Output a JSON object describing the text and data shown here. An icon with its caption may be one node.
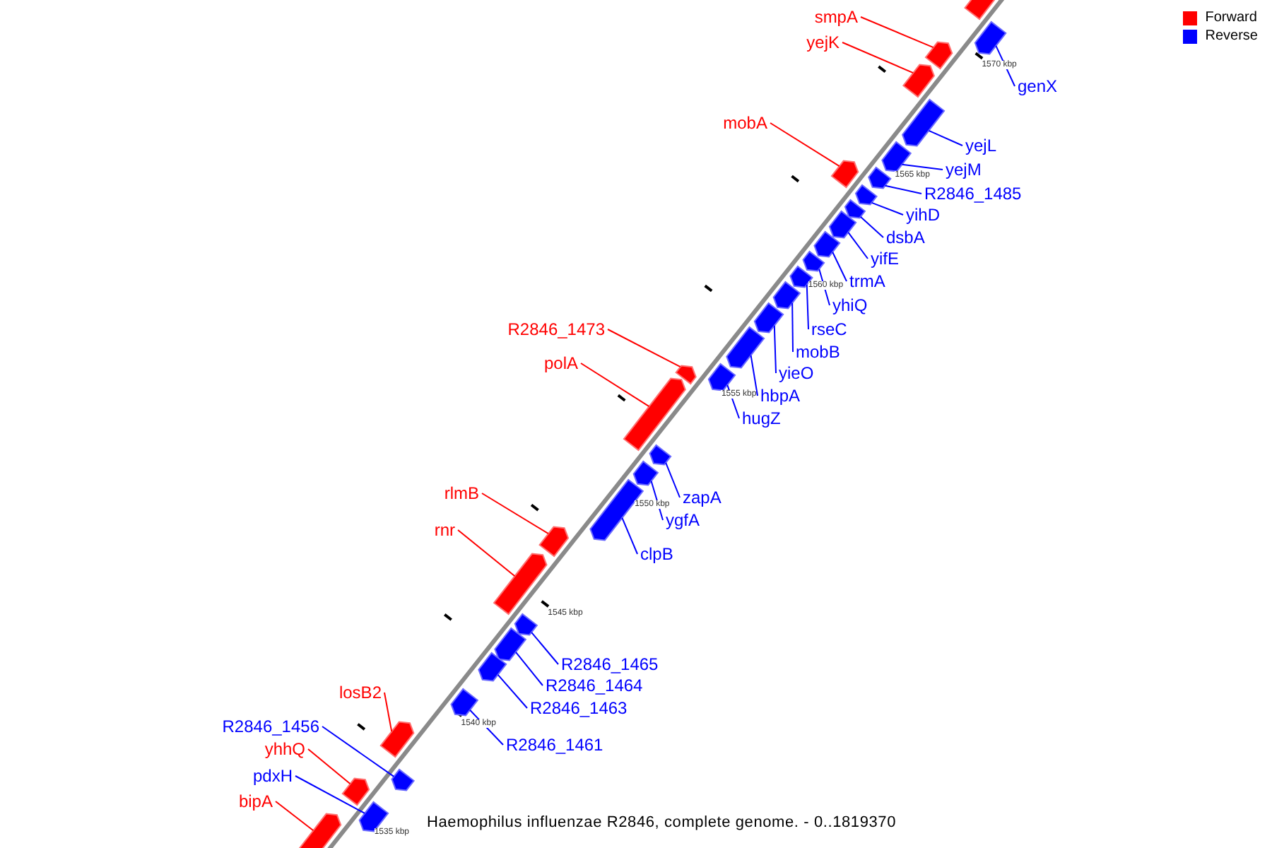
{
  "diagram": {
    "caption": "Haemophilus influenzae R2846, complete genome. - 0..1819370",
    "nodes": [
      {
        "text": [],
        "shape": "bar"
      },
      {
        "text": [
          "smpA"
        ]
      },
      {
        "text": [],
        "shape": "bar"
      },
      {
        "text": [
          "yejK"
        ]
      },
      {
        "text": [],
        "shape": "bar"
      },
      {
        "text": [
          "genX"
        ]
      },
      {
        "text": [],
        "shape": "bar"
      },
      {
        "text": [
          "mobA"
        ]
      },
      {
        "text": [],
        "shape": "bar"
      },
      {
        "text": [
          "yejL"
        ]
      },
      {
        "text": [],
        "shape": "bar"
      },
      {
        "text": [
          "yejM"
        ]
      },
      {
        "text": [],
        "shape": "bar"
      },
      {
        "text": [
          "R2846_1485"
        ]
      },
      {
        "text": [],
        "shape": "bar"
      },
      {
        "text": [
          "yihD"
        ]
      },
      {
        "text": [],
        "shape": "bar"
      },
      {
        "text": [
          "dsbA"
        ]
      },
      {
        "text": [],
        "shape": "bar"
      },
      {
        "text": [
          "yifE"
        ]
      },
      {
        "text": [],
        "shape": "bar"
      },
      {
        "text": [
          "trmA"
        ]
      },
      {
        "text": [],
        "shape": "bar"
      },
      {
        "text": [
          "yhiQ"
        ]
      },
      {
        "text": [],
        "shape": "bar"
      },
      {
        "text": [
          "R2846_1473"
        ]
      },
      {
        "text": [],
        "shape": "bar"
      },
      {
        "text": [
          "rseC"
        ]
      },
      {
        "text": [],
        "shape": "bar"
      },
      {
        "text": [
          "mobB"
        ]
      },
      {
        "text": [],
        "shape": "bar"
      },
      {
        "text": [
          "polA"
        ]
      },
      {
        "text": [],
        "shape": "bar"
      },
      {
        "text": [
          "yieO"
        ]
      },
      {
        "text": [],
        "shape": "bar"
      },
      {
        "text": [
          "hbpA"
        ]
      },
      {
        "text": [],
        "shape": "bar"
      },
      {
        "text": [
          "hugZ"
        ]
      },
      {
        "text": [],
        "shape": "bar"
      },
      {
        "text": [
          "rlmB"
        ]
      },
      {
        "text": [],
        "shape": "bar"
      },
      {
        "text": [
          "zapA"
        ]
      },
      {
        "text": [],
        "shape": "bar"
      },
      {
        "text": [
          "ygfA"
        ]
      },
      {
        "text": [],
        "shape": "bar"
      },
      {
        "text": [
          "rnr"
        ]
      },
      {
        "text": [],
        "shape": "bar"
      },
      {
        "text": [
          "clpB"
        ]
      },
      {
        "text": [],
        "shape": "bar"
      },
      {
        "text": [
          "R2846_1465"
        ]
      },
      {
        "text": [],
        "shape": "bar"
      },
      {
        "text": [
          "R2846_1464"
        ]
      },
      {
        "text": [],
        "shape": "bar"
      },
      {
        "text": [
          "R2846_1463"
        ]
      },
      {
        "text": [],
        "shape": "bar"
      },
      {
        "text": [
          "losB2"
        ]
      },
      {
        "text": [],
        "shape": "bar"
      },
      {
        "text": [
          "R2846_1461"
        ]
      },
      {
        "text": [],
        "shape": "bar"
      },
      {
        "text": [
          "R2846_1456"
        ]
      },
      {
        "text": [],
        "shape": "bar"
      },
      {
        "text": [
          "yhhQ"
        ]
      },
      {
        "text": [],
        "shape": "bar"
      },
      {
        "text": [
          "pdxH"
        ]
      },
      {
        "text": [],
        "shape": "bar"
      },
      {
        "text": [
          "bipA"
        ]
      },
      {
        "text": [],
        "shape": "bar"
      }
    ],
    "edges": [
      {
        "from": 1,
        "to": 2,
        "arrow": "none",
        "color": "#ff0000"
      },
      {
        "from": 3,
        "to": 4,
        "arrow": "none",
        "color": "#ff0000"
      },
      {
        "from": 5,
        "to": 6,
        "arrow": "none"
      },
      {
        "from": 7,
        "to": 8,
        "arrow": "none",
        "color": "#ff0000"
      },
      {
        "from": 9,
        "to": 10,
        "arrow": "none"
      },
      {
        "from": 11,
        "to": 12,
        "arrow": "none"
      },
      {
        "from": 13,
        "to": 14,
        "arrow": "none"
      },
      {
        "from": 15,
        "to": 16,
        "arrow": "none"
      },
      {
        "from": 17,
        "to": 18,
        "arrow": "none"
      },
      {
        "from": 19,
        "to": 20,
        "arrow": "none"
      },
      {
        "from": 21,
        "to": 22,
        "arrow": "none"
      },
      {
        "from": 23,
        "to": 24,
        "arrow": "none"
      },
      {
        "from": 25,
        "to": 26,
        "arrow": "none",
        "color": "#ff0000"
      },
      {
        "from": 27,
        "to": 28,
        "arrow": "none"
      },
      {
        "from": 29,
        "to": 30,
        "arrow": "none"
      },
      {
        "from": 31,
        "to": 32,
        "arrow": "none",
        "color": "#ff0000"
      },
      {
        "from": 33,
        "to": 34,
        "arrow": "none"
      },
      {
        "from": 35,
        "to": 36,
        "arrow": "none"
      },
      {
        "from": 37,
        "to": 38,
        "arrow": "none"
      },
      {
        "from": 39,
        "to": 40,
        "arrow": "none",
        "color": "#ff0000"
      },
      {
        "from": 41,
        "to": 42,
        "arrow": "none"
      },
      {
        "from": 43,
        "to": 44,
        "arrow": "none"
      },
      {
        "from": 45,
        "to": 46,
        "arrow": "none",
        "color": "#ff0000"
      },
      {
        "from": 47,
        "to": 48,
        "arrow": "none"
      },
      {
        "from": 49,
        "to": 50,
        "arrow": "none"
      },
      {
        "from": 51,
        "to": 52,
        "arrow": "none"
      },
      {
        "from": 53,
        "to": 54,
        "arrow": "none"
      },
      {
        "from": 55,
        "to": 56,
        "arrow": "none",
        "color": "#ff0000"
      },
      {
        "from": 57,
        "to": 58,
        "arrow": "none"
      },
      {
        "from": 59,
        "to": 60,
        "arrow": "none"
      },
      {
        "from": 61,
        "to": 62,
        "arrow": "none",
        "color": "#ff0000"
      },
      {
        "from": 63,
        "to": 64,
        "arrow": "none"
      },
      {
        "from": 65,
        "to": 66,
        "arrow": "none",
        "color": "#ff0000"
      }
    ],
    "labels": [
      "1570 kbp",
      "1565 kbp",
      "1560 kbp",
      "1555 kbp",
      "1550 kbp",
      "1545 kbp",
      "1540 kbp",
      "1535 kbp"
    ],
    "legend": [
      {
        "text": "Forward",
        "color": "#ff0000"
      },
      {
        "text": "Reverse",
        "color": "#0000ff"
      }
    ]
  }
}
